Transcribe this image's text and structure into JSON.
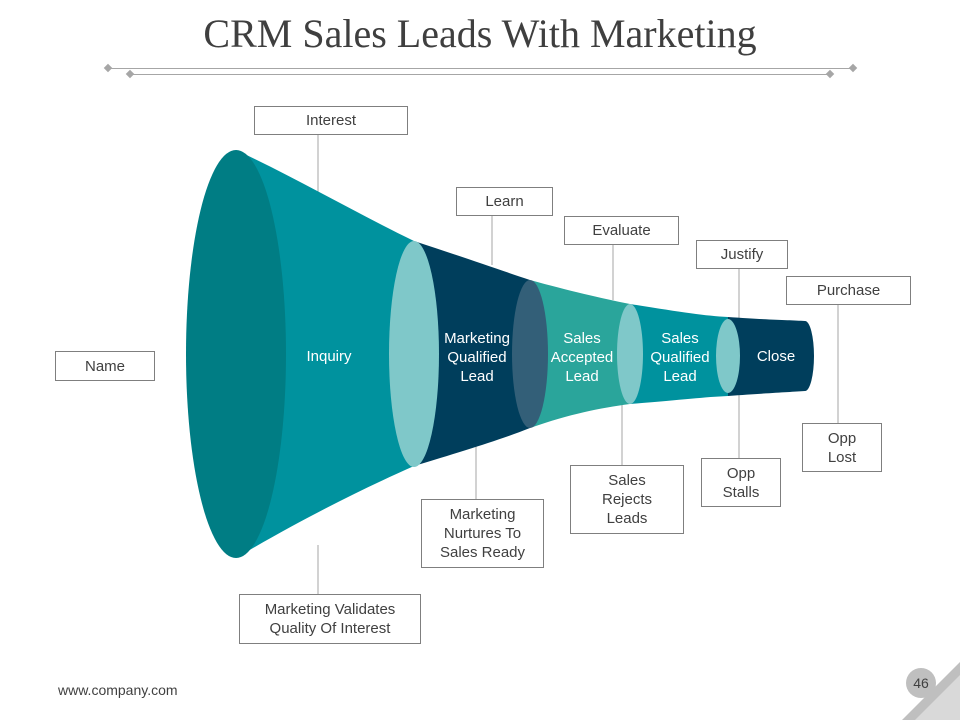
{
  "title": "CRM Sales Leads With Marketing",
  "colors": {
    "stage_main": "#00929e",
    "stage_dark": "#003e5c",
    "stage_mid": "#2aa59b",
    "rim_dark": "#007d84",
    "divider_light": "#7fc8c9",
    "divider_slate": "#335f78",
    "line_gray": "#a6a6a6",
    "box_border": "#7f7f7f",
    "text_dark": "#404040"
  },
  "stages": [
    {
      "label": "Inquiry"
    },
    {
      "label": "Marketing\nQualified\nLead"
    },
    {
      "label": "Sales\nAccepted\nLead"
    },
    {
      "label": "Sales\nQualified\nLead"
    },
    {
      "label": "Close"
    }
  ],
  "boxes": {
    "name": "Name",
    "interest": "Interest",
    "learn": "Learn",
    "evaluate": "Evaluate",
    "justify": "Justify",
    "purchase": "Purchase",
    "marketing_validates": "Marketing Validates\nQuality Of Interest",
    "marketing_nurtures": "Marketing\nNurtures To\nSales Ready",
    "sales_rejects": "Sales\nRejects\nLeads",
    "opp_stalls": "Opp\nStalls",
    "opp_lost": "Opp\nLost"
  },
  "footer": {
    "website": "www.company.com",
    "page_number": "46"
  }
}
